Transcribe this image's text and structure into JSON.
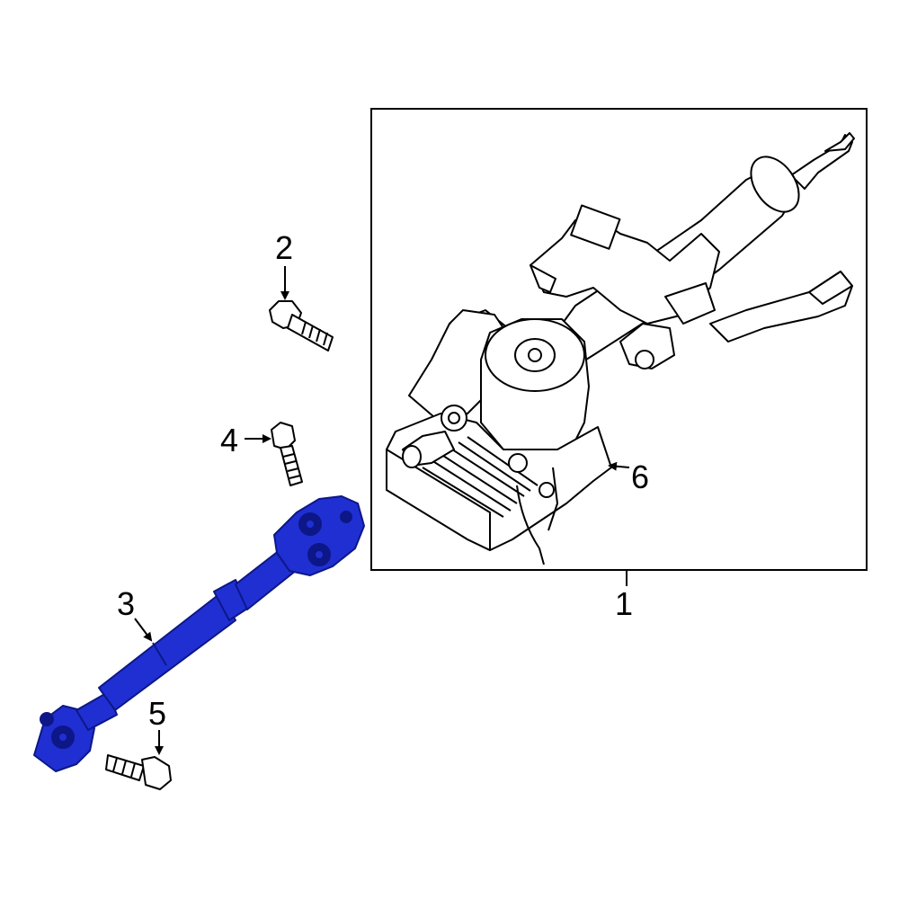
{
  "diagram": {
    "callouts": {
      "c1": "1",
      "c2": "2",
      "c3": "3",
      "c4": "4",
      "c5": "5",
      "c6": "6"
    },
    "colors": {
      "line": "#000000",
      "highlight": "#1f2fd2",
      "highlight_dark": "#0d1787",
      "background": "#ffffff"
    }
  }
}
